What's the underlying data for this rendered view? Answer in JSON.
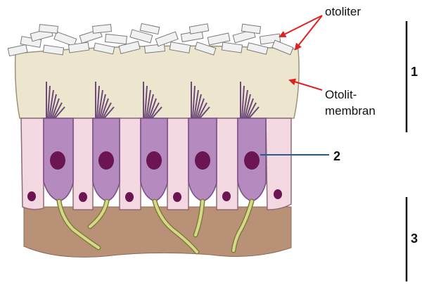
{
  "labels": {
    "otoliter": "otoliter",
    "membrane_line1": "Otolit-",
    "membrane_line2": "membran",
    "number1": "1",
    "number2": "2",
    "number3": "3"
  },
  "colors": {
    "arrow": "#e02020",
    "pointer_line": "#1f5f8f",
    "membrane": "#ece6cf",
    "hair_cell": "#b58abf",
    "supporting_cell": "#f3d8e2",
    "nucleus": "#6b1552",
    "nerve_fiber": "#d7d98a",
    "connective_tissue": "#b99177",
    "otolith_crystal": "#f1f1f1"
  }
}
